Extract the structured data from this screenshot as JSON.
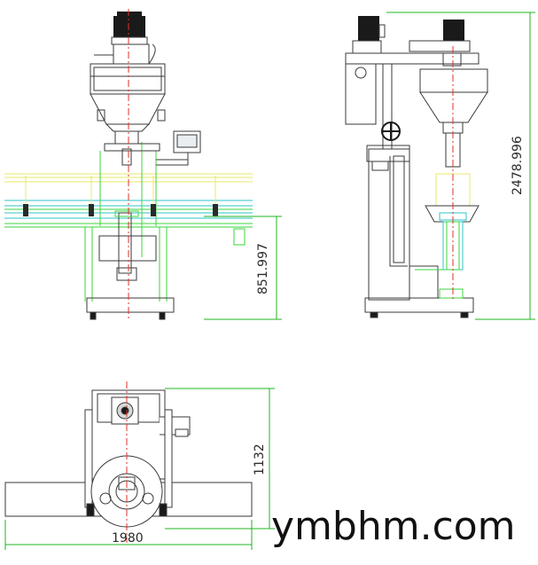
{
  "drawing": {
    "views": {
      "front": {
        "dimension_height": "851.997"
      },
      "side": {
        "dimension_height": "2478.996"
      },
      "top": {
        "dimension_width": "1980",
        "dimension_height": "1132"
      }
    },
    "watermark": "ymbhm.com",
    "colors": {
      "outline": "#3a3a3a",
      "dark_fill": "#1a1a1a",
      "centerline": "#e0302a",
      "conveyor": "#e8e86a",
      "guide": "#3bd63b",
      "cyan": "#2ec4c4",
      "dimension": "#1fb51f",
      "background": "#ffffff"
    }
  }
}
